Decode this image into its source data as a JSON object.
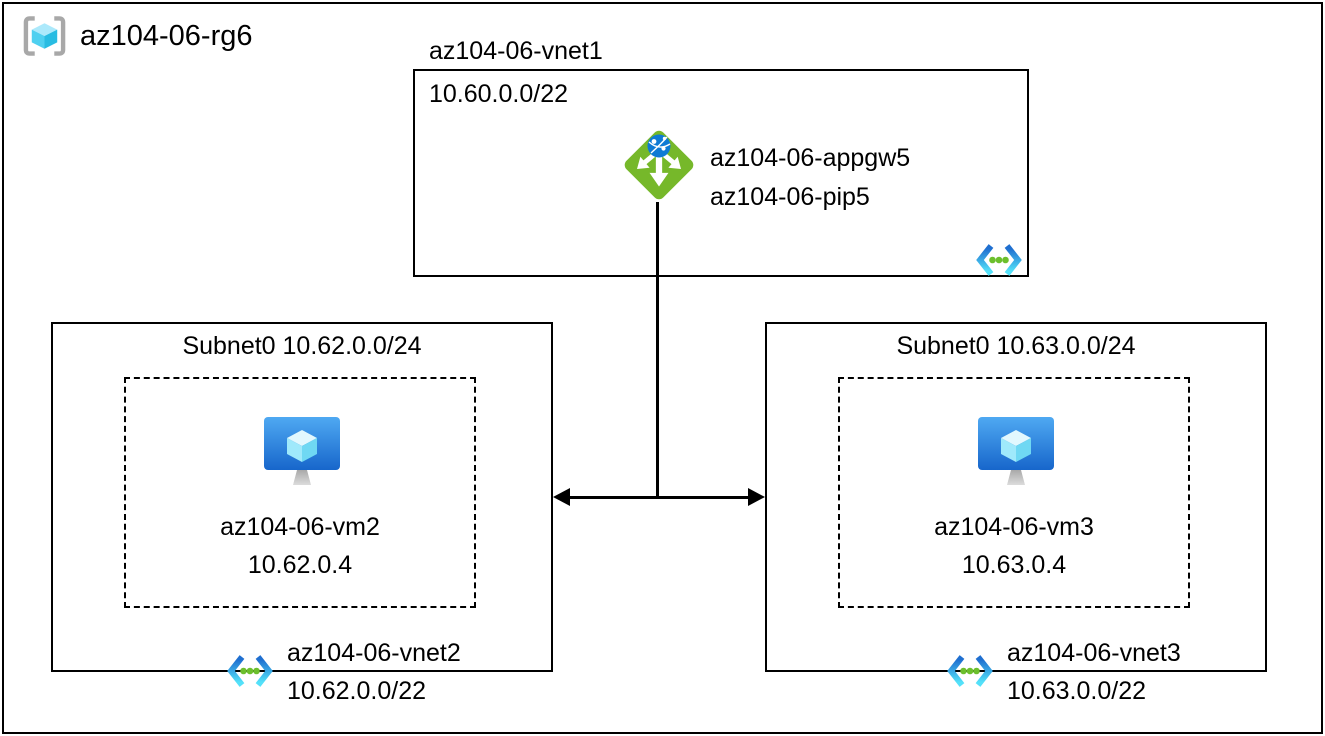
{
  "resource_group": {
    "name": "az104-06-rg6"
  },
  "vnet1": {
    "name": "az104-06-vnet1",
    "address_space": "10.60.0.0/22",
    "app_gateway": {
      "name": "az104-06-appgw5",
      "public_ip": "az104-06-pip5"
    }
  },
  "left_subnet_box": {
    "subnet_label": "Subnet0 10.62.0.0/24",
    "vm": {
      "name": "az104-06-vm2",
      "ip": "10.62.0.4"
    },
    "vnet": {
      "name": "az104-06-vnet2",
      "address_space": "10.62.0.0/22"
    }
  },
  "right_subnet_box": {
    "subnet_label": "Subnet0 10.63.0.0/24",
    "vm": {
      "name": "az104-06-vm3",
      "ip": "10.63.0.4"
    },
    "vnet": {
      "name": "az104-06-vnet3",
      "address_space": "10.63.0.0/22"
    }
  },
  "icons": {
    "resource_group": "resource-group-icon",
    "application_gateway": "application-gateway-icon",
    "virtual_machine": "virtual-machine-icon",
    "virtual_network": "virtual-network-icon"
  },
  "colors": {
    "line_black": "#000000",
    "appgw_green": "#76b82a",
    "globe_blue": "#0e7ad4",
    "vm_screen_top": "#4fa9f2",
    "vm_screen_bottom": "#1766cb",
    "vnet_chevron_top": "#1f6fd0",
    "vnet_chevron_bottom": "#54e1f9",
    "dot_green": "#6cbf2c",
    "bracket_gray": "#a8a8a8",
    "cube_light": "#ace9fb",
    "cube_mid": "#4fd0f0",
    "cube_dark": "#28bce2"
  }
}
